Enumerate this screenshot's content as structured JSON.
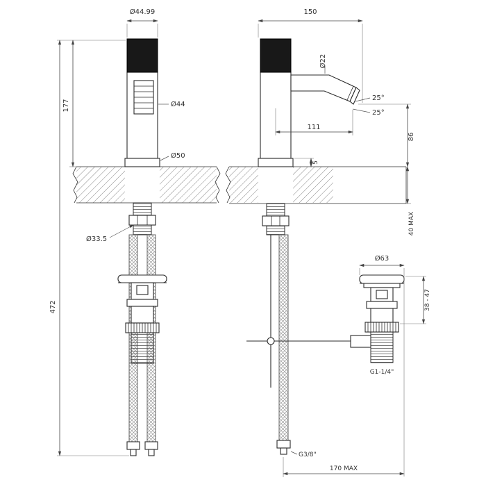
{
  "dims": {
    "front": {
      "top_dia": "Ø44.99",
      "height": "177",
      "spray_dia": "Ø44",
      "base_dia": "Ø50",
      "shank_dia": "Ø33.5",
      "total_height": "472"
    },
    "side": {
      "depth": "150",
      "spout_dia": "Ø22",
      "angle_upper": "25°",
      "angle_lower": "25°",
      "reach": "111",
      "spout_height": "86",
      "base_height": "5",
      "deck_max": "40 MAX",
      "drain_dia": "Ø63",
      "drain_range": "38 - 47",
      "drain_thread": "G1-1/4\"",
      "hose_thread": "G3/8\"",
      "offset_max": "170 MAX"
    }
  }
}
